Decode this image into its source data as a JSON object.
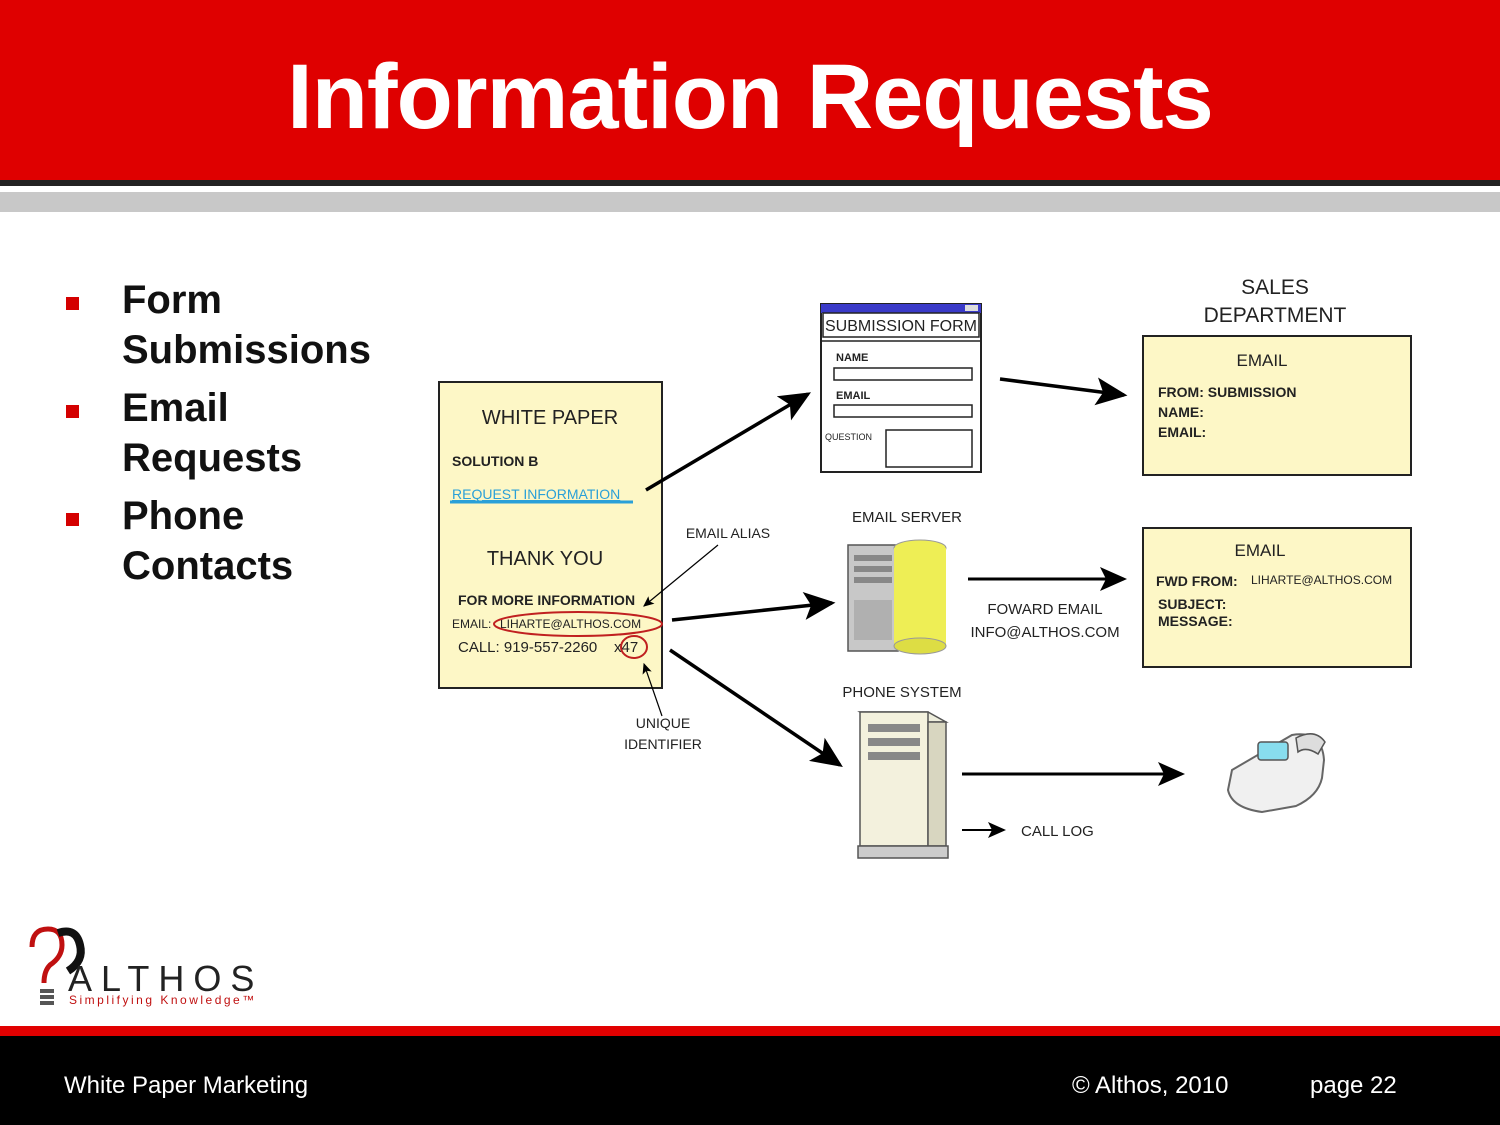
{
  "header": {
    "title": "Information Requests"
  },
  "bullets": [
    {
      "line1": "Form",
      "line2": "Submissions"
    },
    {
      "line1": "Email",
      "line2": "Requests"
    },
    {
      "line1": "Phone",
      "line2": "Contacts"
    }
  ],
  "diagram": {
    "white_paper": {
      "title": "WHITE PAPER",
      "solution": "SOLUTION B",
      "link": "REQUEST INFORMATION",
      "thanks": "THANK YOU",
      "more_info": "FOR MORE INFORMATION",
      "email_label": "EMAIL:",
      "email_value": "LIHARTE@ALTHOS.COM",
      "call": "CALL: 919-557-2260",
      "ext": "x47"
    },
    "submission_form": {
      "title": "SUBMISSION FORM",
      "name_label": "NAME",
      "email_label": "EMAIL",
      "question_label": "QUESTION"
    },
    "sales_department": {
      "line1": "SALES",
      "line2": "DEPARTMENT"
    },
    "sales_email": {
      "title": "EMAIL",
      "from": "FROM: SUBMISSION",
      "name": "NAME:",
      "email": "EMAIL:"
    },
    "email_server_label": "EMAIL SERVER",
    "forward_email": {
      "line1": "FOWARD EMAIL",
      "line2": "INFO@ALTHOS.COM"
    },
    "forward_box": {
      "title": "EMAIL",
      "fwd_label": "FWD FROM:",
      "fwd_value": "LIHARTE@ALTHOS.COM",
      "subject": "SUBJECT:",
      "message": "MESSAGE:"
    },
    "email_alias": "EMAIL ALIAS",
    "unique_identifier": {
      "line1": "UNIQUE",
      "line2": "IDENTIFIER"
    },
    "phone_system_label": "PHONE SYSTEM",
    "call_log": "CALL LOG"
  },
  "logo": {
    "name": "ALTHOS",
    "tagline": "Simplifying Knowledge™"
  },
  "footer": {
    "left": "White Paper Marketing",
    "middle": "© Althos,  2010",
    "right": "page 22"
  },
  "colors": {
    "brand_red": "#df0000",
    "paper_yellow": "#fdf7c6",
    "link_blue": "#2aa0d8"
  }
}
